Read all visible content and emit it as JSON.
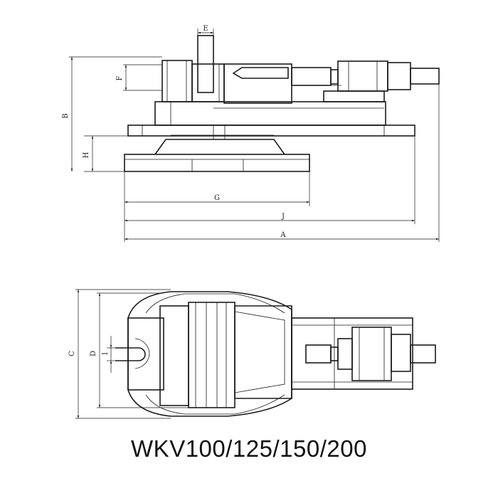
{
  "title": "WKV100/125/150/200",
  "side_view": {
    "dimensions": {
      "A": "A",
      "B": "B",
      "E": "E",
      "F": "F",
      "G": "G",
      "H": "H",
      "J": "J"
    }
  },
  "top_view": {
    "dimensions": {
      "C": "C",
      "D": "D",
      "I": "I"
    }
  }
}
